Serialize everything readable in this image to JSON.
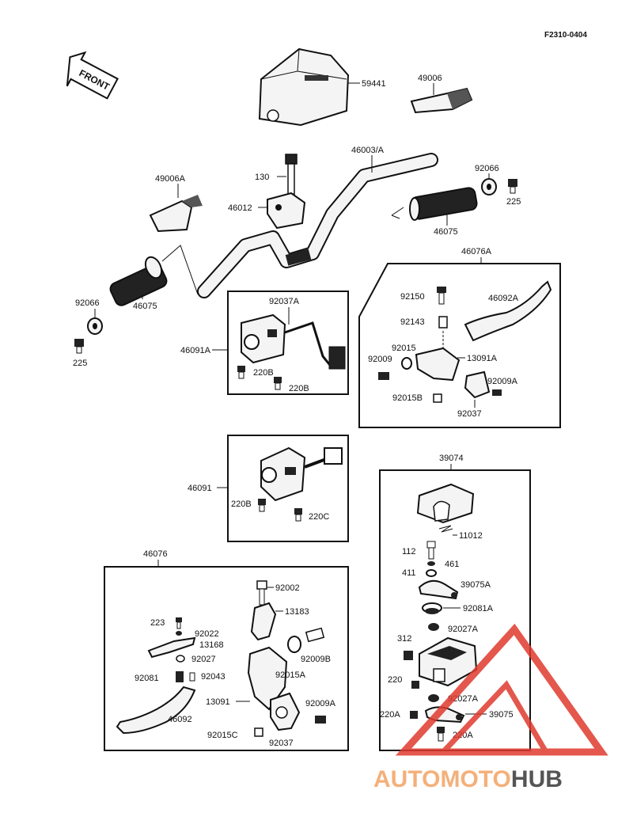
{
  "diagram_code": "F2310-0404",
  "front_label": "FRONT",
  "watermark": {
    "text_a": "AUTOMOTO",
    "text_b": "HUB",
    "accent": "#e03a2e"
  },
  "labels": {
    "p59441": "59441",
    "p49006": "49006",
    "p46003": "46003/A",
    "p49006A": "49006A",
    "p130": "130",
    "p46012": "46012",
    "p92066r": "92066",
    "p225r": "225",
    "p46075r": "46075",
    "p46076A": "46076A",
    "p92066l": "92066",
    "p46075l": "46075",
    "p225l": "225",
    "p92037A": "92037A",
    "p46091A": "46091A",
    "p220B1": "220B",
    "p220B2": "220B",
    "p92150": "92150",
    "p46092A": "46092A",
    "p92143": "92143",
    "p92015": "92015",
    "p13091A": "13091A",
    "p92009": "92009",
    "p92009A": "92009A",
    "p92015B": "92015B",
    "p92037": "92037",
    "p46091": "46091",
    "p220B3": "220B",
    "p220C": "220C",
    "p39074": "39074",
    "p11012": "11012",
    "p112": "112",
    "p461": "461",
    "p411": "411",
    "p39075A": "39075A",
    "p92081A": "92081A",
    "p92027A1": "92027A",
    "p312": "312",
    "p220": "220",
    "p92027A2": "92027A",
    "p220A1": "220A",
    "p39075": "39075",
    "p220A2": "220A",
    "p46076": "46076",
    "p92002": "92002",
    "p13183": "13183",
    "p223": "223",
    "p92022": "92022",
    "p13168": "13168",
    "p92027": "92027",
    "p92009B": "92009B",
    "p92081": "92081",
    "p92043": "92043",
    "p92015A": "92015A",
    "p13091": "13091",
    "p92009A2": "92009A",
    "p46092": "46092",
    "p92015C": "92015C",
    "p92037b": "92037"
  }
}
